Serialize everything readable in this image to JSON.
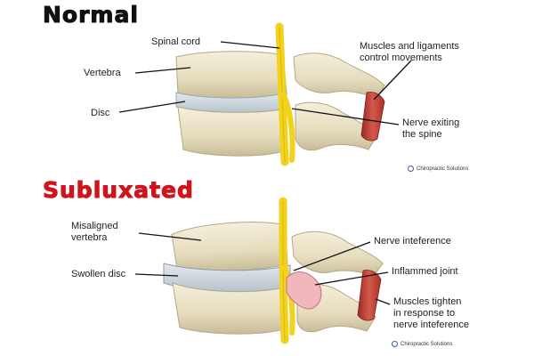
{
  "headings": {
    "normal": "Normal",
    "subluxated": "Subluxated"
  },
  "normal": {
    "labels": {
      "spinal_cord": "Spinal cord",
      "vertebra": "Vertebra",
      "disc": "Disc",
      "muscles_line1": "Muscles and ligaments",
      "muscles_line2": "control movements",
      "nerve_line1": "Nerve exiting",
      "nerve_line2": "the spine"
    },
    "credit": "Chiropractic Solutions"
  },
  "subluxated": {
    "labels": {
      "misaligned_line1": "Misaligned",
      "misaligned_line2": "vertebra",
      "swollen_disc": "Swollen disc",
      "nerve_interference": "Nerve inteference",
      "inflamed_joint": "Inflammed joint",
      "muscles_line1": "Muscles tighten",
      "muscles_line2": "in response to",
      "muscles_line3": "nerve inteference"
    },
    "credit": "Chiropractic Solutions"
  },
  "colors": {
    "bone": "#ede6cf",
    "bone_shadow": "#c9bf9e",
    "disc": "#d3dbe3",
    "swollen_disc": "#c2ccd6",
    "nerve": "#f2d21a",
    "muscle": "#c2473d",
    "inflamed": "#f2b6bd",
    "subluxated_heading": "#d0141c"
  }
}
